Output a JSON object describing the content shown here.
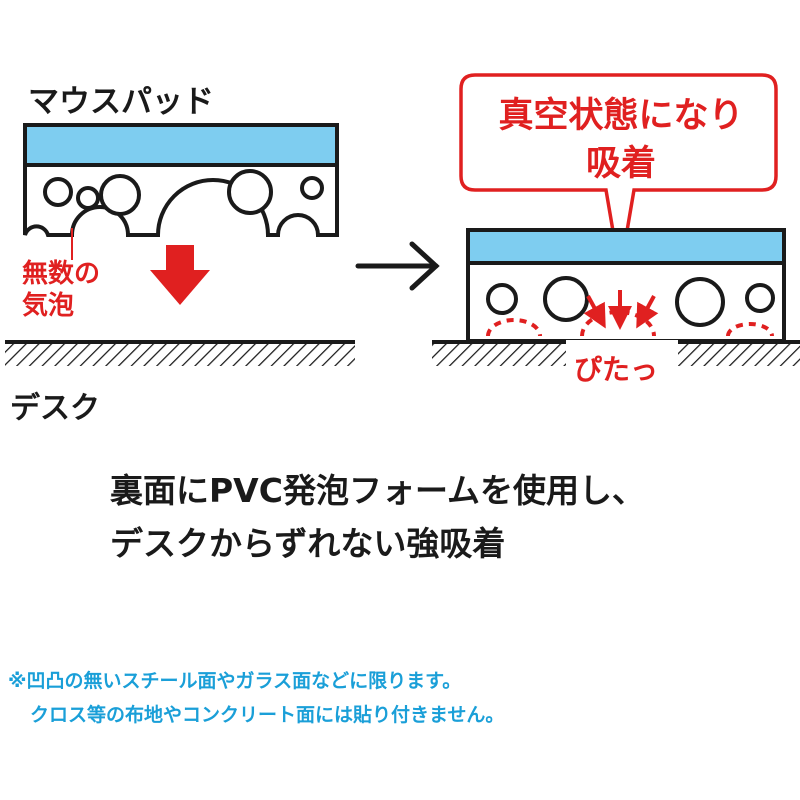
{
  "left_panel": {
    "mousepad_label": "マウスパッド",
    "bubbles_label_line1": "無数の",
    "bubbles_label_line2": "気泡",
    "desk_label": "デスク"
  },
  "right_panel": {
    "callout_line1": "真空状態になり",
    "callout_line2": "吸着",
    "sticky_label": "ぴたっ"
  },
  "caption": {
    "line1": "裏面にPVC発泡フォームを使用し、",
    "line2": "デスクからずれない強吸着"
  },
  "footnote": {
    "line1": "※凹凸の無いスチール面やガラス面などに限ります。",
    "line2": "クロス等の布地やコンクリート面には貼り付きません。"
  },
  "colors": {
    "pad_top": "#7ecdf0",
    "red": "#e02020",
    "black": "#1a1a1a",
    "note_blue": "#1a9fd8"
  }
}
